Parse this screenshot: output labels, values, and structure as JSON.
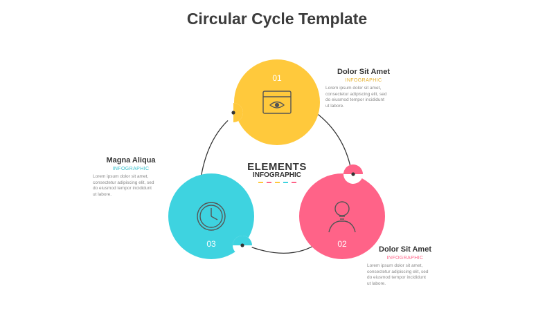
{
  "title": "Circular Cycle Template",
  "center": {
    "line1": "ELEMENTS",
    "line2": "INFOGRAPHIC",
    "dash_colors": [
      "#ffc93c",
      "#ff6388",
      "#ffc93c",
      "#3ed3e0",
      "#ff6388"
    ]
  },
  "steps": [
    {
      "number": "01",
      "color": "#ffc93c",
      "icon": "browser-eye-icon",
      "heading": "Dolor Sit Amet",
      "subheading": "INFOGRAPHIC",
      "body": [
        "Lorem ipsum dolor sit amet,",
        "consectetur adipiscing elit, sed",
        "do eiusmod tempor incididunt",
        "ut labore."
      ]
    },
    {
      "number": "02",
      "color": "#ff6388",
      "icon": "lightbulb-head-icon",
      "heading": "Dolor Sit Amet",
      "subheading": "INFOGRAPHIC",
      "body": [
        "Lorem ipsum dolor sit amet,",
        "consectetur adipiscing elit, sed",
        "do eiusmod tempor incididunt",
        "ut labore."
      ]
    },
    {
      "number": "03",
      "color": "#3ed3e0",
      "icon": "clock-icon",
      "heading": "Magna Aliqua",
      "subheading": "INFOGRAPHIC",
      "body": [
        "Lorem ipsum dolor sit amet,",
        "consectetur adipiscing elit, sed",
        "do eiusmod tempor incididunt",
        "ut labore."
      ]
    }
  ]
}
